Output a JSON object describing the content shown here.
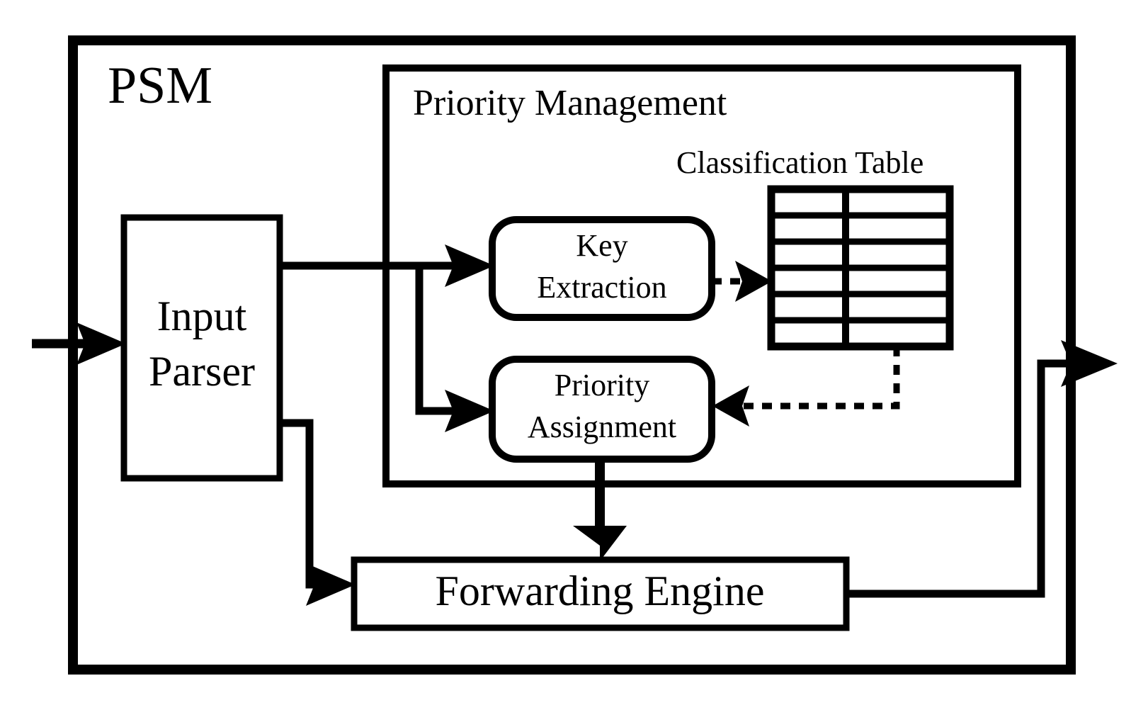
{
  "diagram": {
    "title": "PSM",
    "outer_box_label": "PSM",
    "groups": [
      {
        "id": "priority-management",
        "label": "Priority Management"
      }
    ],
    "blocks": [
      {
        "id": "input-parser",
        "label_line1": "Input",
        "label_line2": "Parser"
      },
      {
        "id": "key-extraction",
        "label_line1": "Key",
        "label_line2": "Extraction"
      },
      {
        "id": "priority-assignment",
        "label_line1": "Priority",
        "label_line2": "Assignment"
      },
      {
        "id": "forwarding-engine",
        "label": "Forwarding Engine"
      }
    ],
    "table": {
      "label": "Classification Table",
      "rows": 6,
      "columns": 2,
      "cells": [
        [
          "",
          ""
        ],
        [
          "",
          ""
        ],
        [
          "",
          ""
        ],
        [
          "",
          ""
        ],
        [
          "",
          ""
        ],
        [
          "",
          ""
        ]
      ]
    },
    "connections": [
      {
        "id": "ingress",
        "from": "external-input",
        "to": "input-parser",
        "style": "solid",
        "arrow": "end"
      },
      {
        "id": "parser-to-key-extraction",
        "from": "input-parser",
        "to": "key-extraction",
        "style": "solid",
        "arrow": "end"
      },
      {
        "id": "parser-to-priority",
        "from": "input-parser",
        "to": "priority-assignment",
        "style": "solid",
        "arrow": "end"
      },
      {
        "id": "parser-to-forwarding",
        "from": "input-parser",
        "to": "forwarding-engine",
        "style": "solid",
        "arrow": "end"
      },
      {
        "id": "key-extraction-to-table",
        "from": "key-extraction",
        "to": "classification-table",
        "style": "dashed",
        "arrow": "end"
      },
      {
        "id": "table-to-priority",
        "from": "classification-table",
        "to": "priority-assignment",
        "style": "dashed",
        "arrow": "end"
      },
      {
        "id": "priority-to-forwarding",
        "from": "priority-assignment",
        "to": "forwarding-engine",
        "style": "solid",
        "arrow": "end"
      },
      {
        "id": "egress",
        "from": "forwarding-engine",
        "to": "external-output",
        "style": "solid",
        "arrow": "end"
      }
    ],
    "colors": {
      "stroke": "#000000",
      "background": "#ffffff",
      "text": "#000000"
    }
  }
}
